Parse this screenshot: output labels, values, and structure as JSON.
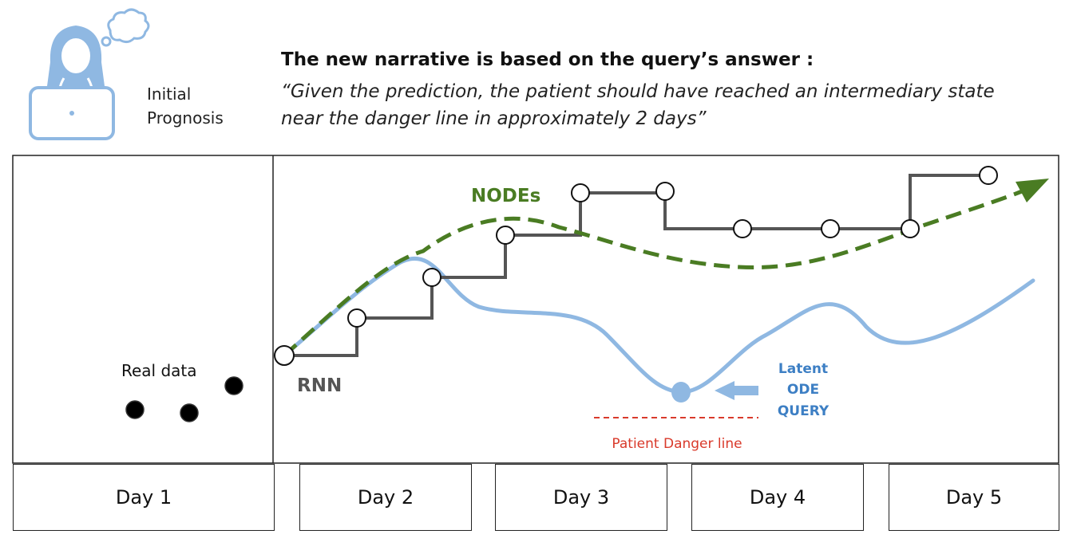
{
  "header": {
    "title": "The new narrative is based on the query’s answer :",
    "quote_line1": "“Given the prediction, the patient should have reached an intermediary state",
    "quote_line2": "near the danger line in approximately 2 days”"
  },
  "icon": {
    "name": "doctor-laptop-icon",
    "caption_line1": "Initial",
    "caption_line2": "Prognosis"
  },
  "labels": {
    "real_data": "Real data",
    "rnn": "RNN",
    "nodes": "NODEs",
    "latent_line1": "Latent",
    "latent_line2": "ODE",
    "latent_line3": "QUERY",
    "danger": "Patient Danger line"
  },
  "days": [
    "Day 1",
    "Day 2",
    "Day 3",
    "Day 4",
    "Day 5"
  ],
  "colors": {
    "nodes_green": "#4a7c23",
    "latent_blue": "#8fb8e2",
    "latent_text": "#3d7fc4",
    "rnn_gray": "#555555",
    "danger_red": "#d93a2b"
  }
}
